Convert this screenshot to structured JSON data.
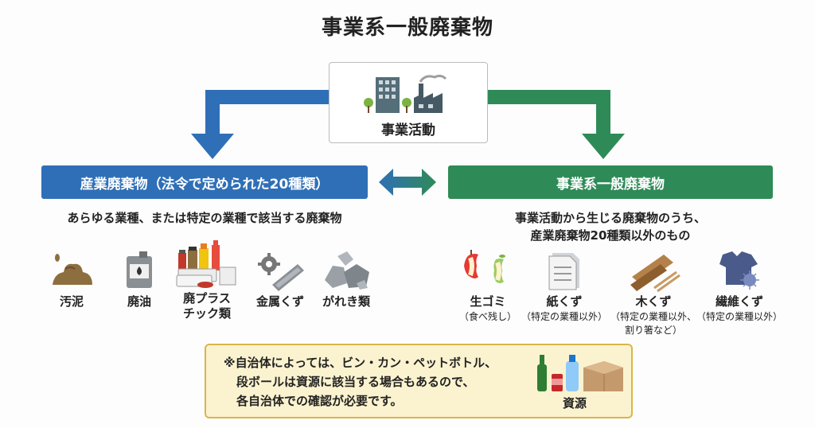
{
  "title": "事業系一般廃棄物",
  "center": {
    "label": "事業活動"
  },
  "left": {
    "heading": "産業廃棄物（法令で定められた20種類）",
    "description": "あらゆる業種、または特定の業種で該当する廃棄物",
    "items": [
      {
        "label": "汚泥",
        "icon": "sludge-icon"
      },
      {
        "label": "廃油",
        "icon": "oil-can-icon"
      },
      {
        "label": "廃プラス",
        "label2": "チック類",
        "icon": "plastic-containers-icon"
      },
      {
        "label": "金属くず",
        "icon": "metal-scrap-icon"
      },
      {
        "label": "がれき類",
        "icon": "rubble-icon"
      }
    ]
  },
  "right": {
    "heading": "事業系一般廃棄物",
    "description_line1": "事業活動から生じる廃棄物のうち、",
    "description_line2": "産業廃棄物20種類以外のもの",
    "items": [
      {
        "label": "生ゴミ",
        "sub1": "（食べ残し）",
        "icon": "apple-core-icon"
      },
      {
        "label": "紙くず",
        "sub1": "（特定の業種以外）",
        "icon": "paper-icon"
      },
      {
        "label": "木くず",
        "sub1": "（特定の業種以外、",
        "sub2": "割り箸など）",
        "icon": "wood-icon"
      },
      {
        "label": "繊維くず",
        "sub1": "（特定の業種以外）",
        "icon": "tshirt-icon"
      }
    ]
  },
  "note": {
    "line1": "※自治体によっては、ビン・カン・ペットボトル、",
    "line2": "段ボールは資源に該当する場合もあるので、",
    "line3": "各自治体での確認が必要です。",
    "resource_label": "資源",
    "resource_icon": "recyclables-icon"
  },
  "colors": {
    "blue": "#2f6fb7",
    "green": "#2e8b57",
    "note_bg": "#fbf3cf",
    "note_border": "#d9b64a"
  }
}
